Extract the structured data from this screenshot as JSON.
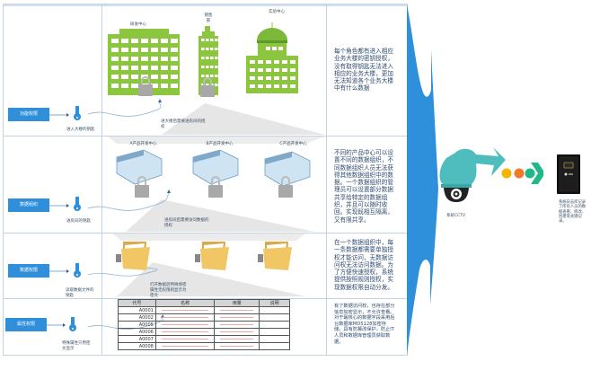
{
  "rows": [
    {
      "button": "功能权限",
      "key_caption": "进入大楼的钥匙",
      "annotation": "进大楼后需要进房间的授权",
      "description": "每个角色都有进入相应业务大楼的密钥授权，没有取得钥匙无法进入相应的业务大楼，更加无法知道各个业务大楼中有什么数据"
    },
    {
      "button": "数据组织",
      "key_caption": "进房间的钥匙",
      "annotation": "进房间后需要访问数据的授权",
      "description": "不同的产品中心可以设置不同的数据组织，不同数据组织人员无法获得其他数据组织中的数据。一个数据组织的管理员可以设置部分数据共享给特定的数据组织，并且可以随时收回。实现既相互隔离，又有限共享。"
    },
    {
      "button": "数据权限",
      "key_caption": "读取数据文件的钥匙",
      "annotation": "打开数据后特殊保密属性无权限则显示为密文",
      "description": "在一个数据组织中，每一条数据都需要单独授权才能访问，无数据访问权无法访问数据。为了方便快速授权，系统提供按照规则授权，实现数据权限自动分发。"
    },
    {
      "button": "属性权限",
      "key_caption": "特殊属性只用密文显示",
      "description": "有了数据访问权，也存在部分信息加密显示，不允许查看。对于最核心的数据字段采用后台数据库MD5128加密存储，具有防篡改保护，防止IT人员和数据库管理员获取数据。"
    }
  ],
  "buildings": [
    "研发中心",
    "销售部",
    "实验中心"
  ],
  "offices": [
    "A产品开发中心",
    "B产品开发中心",
    "C产品开发中心"
  ],
  "table": {
    "headers": [
      "代号",
      "名称",
      "用量",
      "说明"
    ],
    "rows": [
      "A0001",
      "A0002",
      "A0005",
      "A0006",
      "A0007",
      "A0008"
    ]
  },
  "cctv_label": "系统CCTV",
  "safe_caption": "系统日志库记录了所有人员的数据查看、修改、创建等关键记录。",
  "colors": {
    "button_blue": "#2f8fdb",
    "building_green": "#8cc63f",
    "arrow_blue": "#2e8fdb",
    "cctv_teal": "#4fbdbd",
    "dot_yellow": "#f8b400",
    "dot_orange": "#f07a2a",
    "dot_green": "#20b88a"
  }
}
